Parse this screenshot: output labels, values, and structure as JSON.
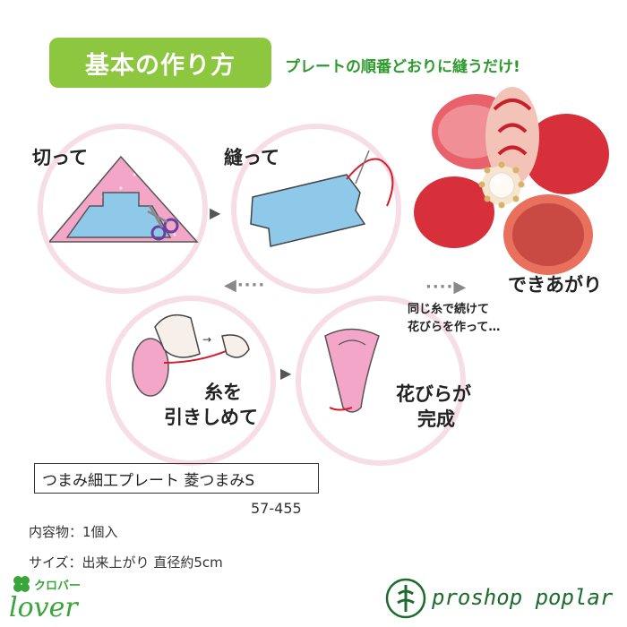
{
  "header": {
    "title": "基本の作り方",
    "tagline": "プレートの順番どおりに縫うだけ!"
  },
  "steps": {
    "cut": "切って",
    "sew": "縫って",
    "pull_line1": "糸を",
    "pull_line2": "引きしめて",
    "petal_line1": "花びらが",
    "petal_line2": "完成",
    "continue_line1": "同じ糸で続けて",
    "continue_line2": "花びらを作って…",
    "done": "できあがり"
  },
  "product": {
    "name": "つまみ細工プレート 菱つまみS",
    "code": "57-455",
    "contents": "内容物：1個入",
    "size": "サイズ：出来上がり 直径約5cm"
  },
  "brand": {
    "logo_top": "クロバー",
    "logo_main": "lover",
    "shop": "proshop poplar"
  },
  "colors": {
    "badge": "#8dc63f",
    "tagline": "#2e9a2e",
    "circle_border": "#f6dde6",
    "fabric_pink": "#f4a6c8",
    "plate_blue": "#8ec9ea",
    "thread_red": "#d81b2a",
    "brand_green": "#3aa53a"
  }
}
